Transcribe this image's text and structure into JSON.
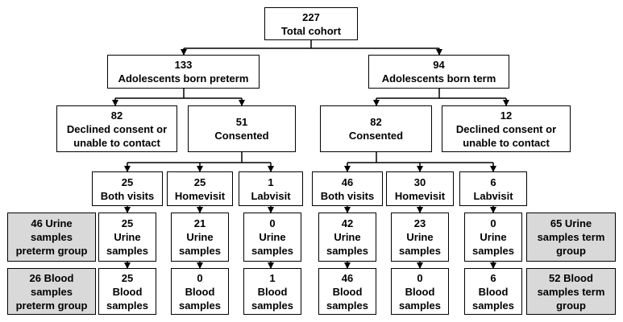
{
  "nodes": {
    "total": [
      "227",
      "Total cohort"
    ],
    "preterm": [
      "133",
      "Adolescents born preterm"
    ],
    "term": [
      "94",
      "Adolescents born term"
    ],
    "pt_declined": [
      "82",
      "Declined consent or",
      "unable to contact"
    ],
    "pt_consented": [
      "51",
      "Consented"
    ],
    "t_consented": [
      "82",
      "Consented"
    ],
    "t_declined": [
      "12",
      "Declined consent or",
      "unable to contact"
    ],
    "pt_both": [
      "25",
      "Both visits"
    ],
    "pt_home": [
      "25",
      "Homevisit"
    ],
    "pt_lab": [
      "1",
      "Labvisit"
    ],
    "t_both": [
      "46",
      "Both visits"
    ],
    "t_home": [
      "30",
      "Homevisit"
    ],
    "t_lab": [
      "6",
      "Labvisit"
    ],
    "pt_urine_group": [
      "46 Urine",
      "samples",
      "preterm group"
    ],
    "pt_both_urine": [
      "25",
      "Urine",
      "samples"
    ],
    "pt_home_urine": [
      "21",
      "Urine",
      "samples"
    ],
    "pt_lab_urine": [
      "0",
      "Urine",
      "samples"
    ],
    "t_both_urine": [
      "42",
      "Urine",
      "samples"
    ],
    "t_home_urine": [
      "23",
      "Urine",
      "samples"
    ],
    "t_lab_urine": [
      "0",
      "Urine",
      "samples"
    ],
    "t_urine_group": [
      "65 Urine",
      "samples term",
      "group"
    ],
    "pt_blood_group": [
      "26 Blood",
      "samples",
      "preterm group"
    ],
    "pt_both_blood": [
      "25",
      "Blood",
      "samples"
    ],
    "pt_home_blood": [
      "0",
      "Blood",
      "samples"
    ],
    "pt_lab_blood": [
      "1",
      "Blood",
      "samples"
    ],
    "t_both_blood": [
      "46",
      "Blood",
      "samples"
    ],
    "t_home_blood": [
      "0",
      "Blood",
      "samples"
    ],
    "t_lab_blood": [
      "6",
      "Blood",
      "samples"
    ],
    "t_blood_group": [
      "52 Blood",
      "samples term",
      "group"
    ]
  }
}
